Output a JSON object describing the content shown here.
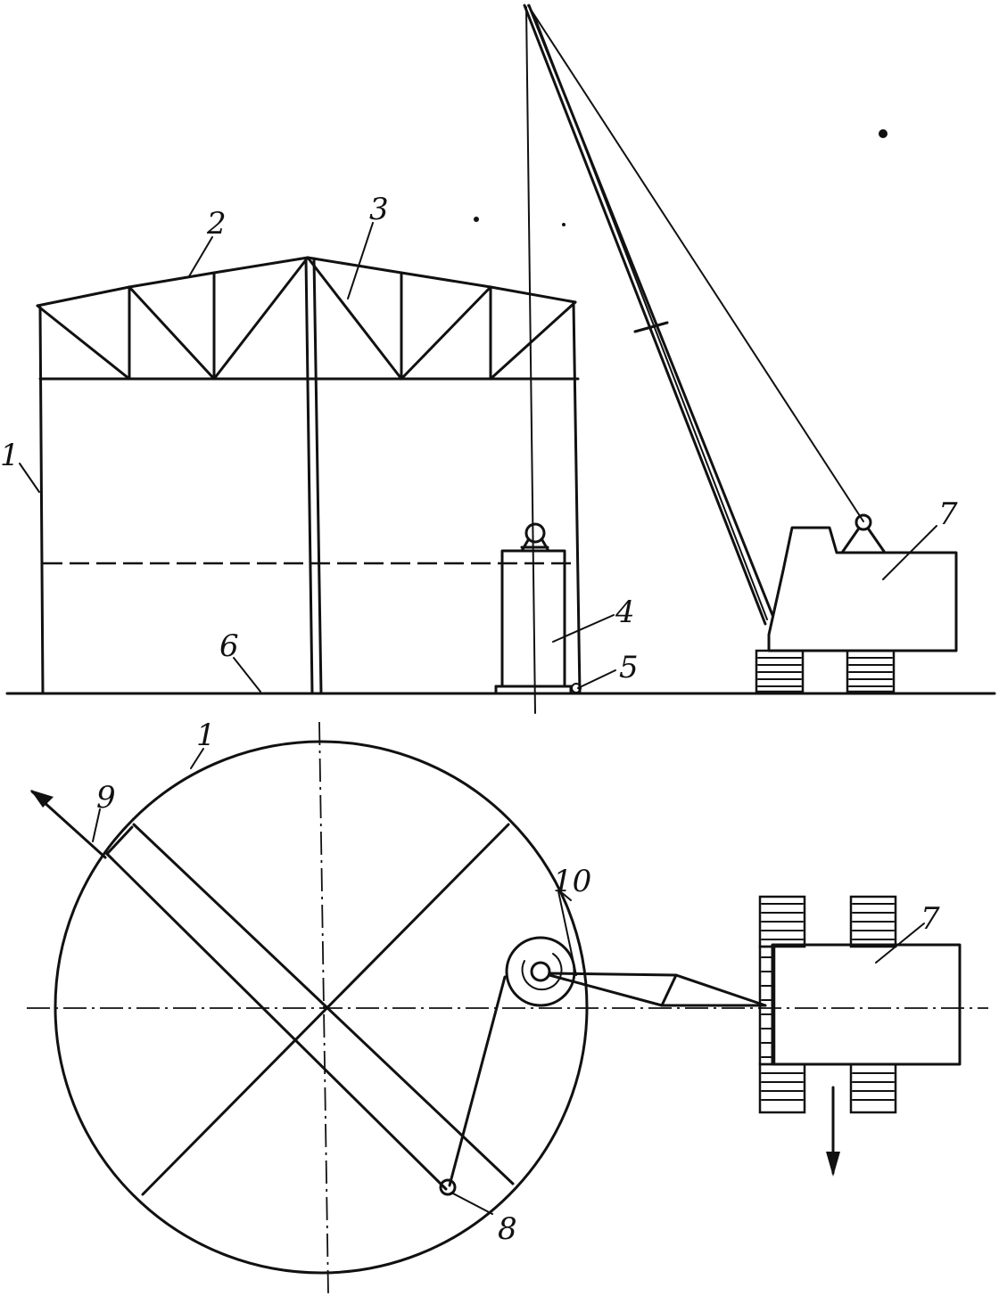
{
  "labels": {
    "column": "1",
    "roof": "2",
    "truss": "3",
    "panel": "4",
    "base_plate": "5",
    "foundation": "6",
    "crane": "7",
    "anchor": "8",
    "direction": "9",
    "pulley": "10",
    "plan_column": "1",
    "plan_crane": "7"
  }
}
